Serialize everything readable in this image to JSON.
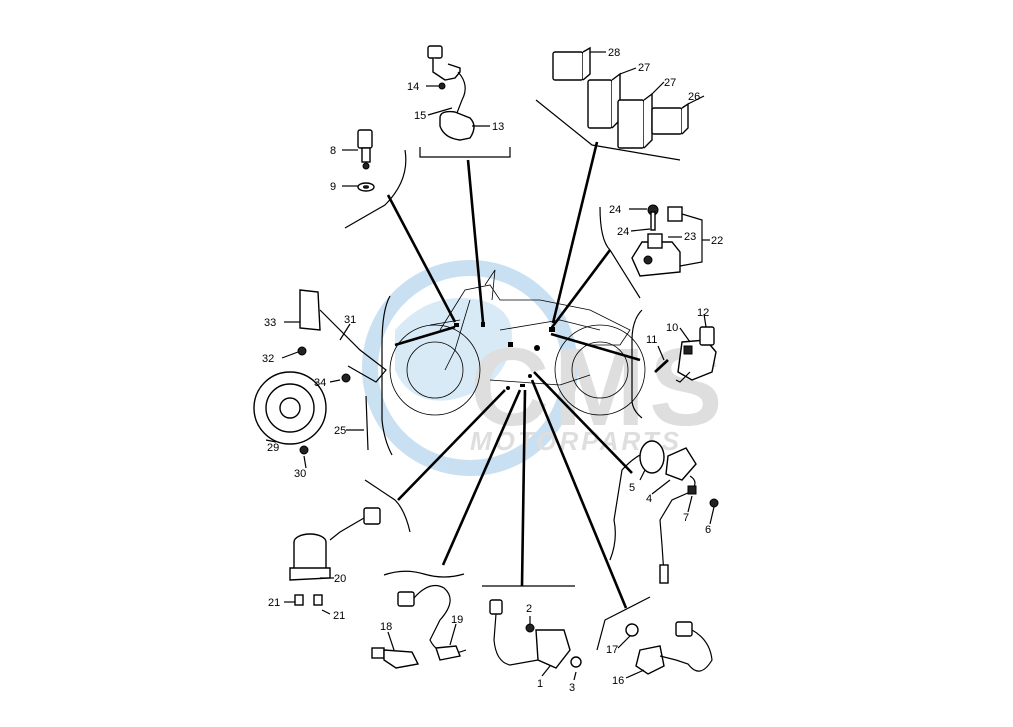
{
  "watermark": {
    "brand": "CMS",
    "sub": "MOTORPARTS",
    "color": "#9ec8e8",
    "letters_color": "#c9c9c9"
  },
  "callouts": [
    {
      "id": "c1",
      "text": "1"
    },
    {
      "id": "c2",
      "text": "2"
    },
    {
      "id": "c3",
      "text": "3"
    },
    {
      "id": "c4",
      "text": "4"
    },
    {
      "id": "c5",
      "text": "5"
    },
    {
      "id": "c6",
      "text": "6"
    },
    {
      "id": "c7",
      "text": "7"
    },
    {
      "id": "c8",
      "text": "8"
    },
    {
      "id": "c9",
      "text": "9"
    },
    {
      "id": "c10",
      "text": "10"
    },
    {
      "id": "c11",
      "text": "11"
    },
    {
      "id": "c12",
      "text": "12"
    },
    {
      "id": "c13",
      "text": "13"
    },
    {
      "id": "c14",
      "text": "14"
    },
    {
      "id": "c15",
      "text": "15"
    },
    {
      "id": "c16",
      "text": "16"
    },
    {
      "id": "c17",
      "text": "17"
    },
    {
      "id": "c18",
      "text": "18"
    },
    {
      "id": "c19",
      "text": "19"
    },
    {
      "id": "c20",
      "text": "20"
    },
    {
      "id": "c21a",
      "text": "21"
    },
    {
      "id": "c21b",
      "text": "21"
    },
    {
      "id": "c22",
      "text": "22"
    },
    {
      "id": "c23",
      "text": "23"
    },
    {
      "id": "c24a",
      "text": "24"
    },
    {
      "id": "c24b",
      "text": "24"
    },
    {
      "id": "c25",
      "text": "25"
    },
    {
      "id": "c26",
      "text": "26"
    },
    {
      "id": "c27a",
      "text": "27"
    },
    {
      "id": "c27b",
      "text": "27"
    },
    {
      "id": "c28",
      "text": "28"
    },
    {
      "id": "c29",
      "text": "29"
    },
    {
      "id": "c30",
      "text": "30"
    },
    {
      "id": "c31",
      "text": "31"
    },
    {
      "id": "c32",
      "text": "32"
    },
    {
      "id": "c33",
      "text": "33"
    },
    {
      "id": "c34",
      "text": "34"
    }
  ]
}
